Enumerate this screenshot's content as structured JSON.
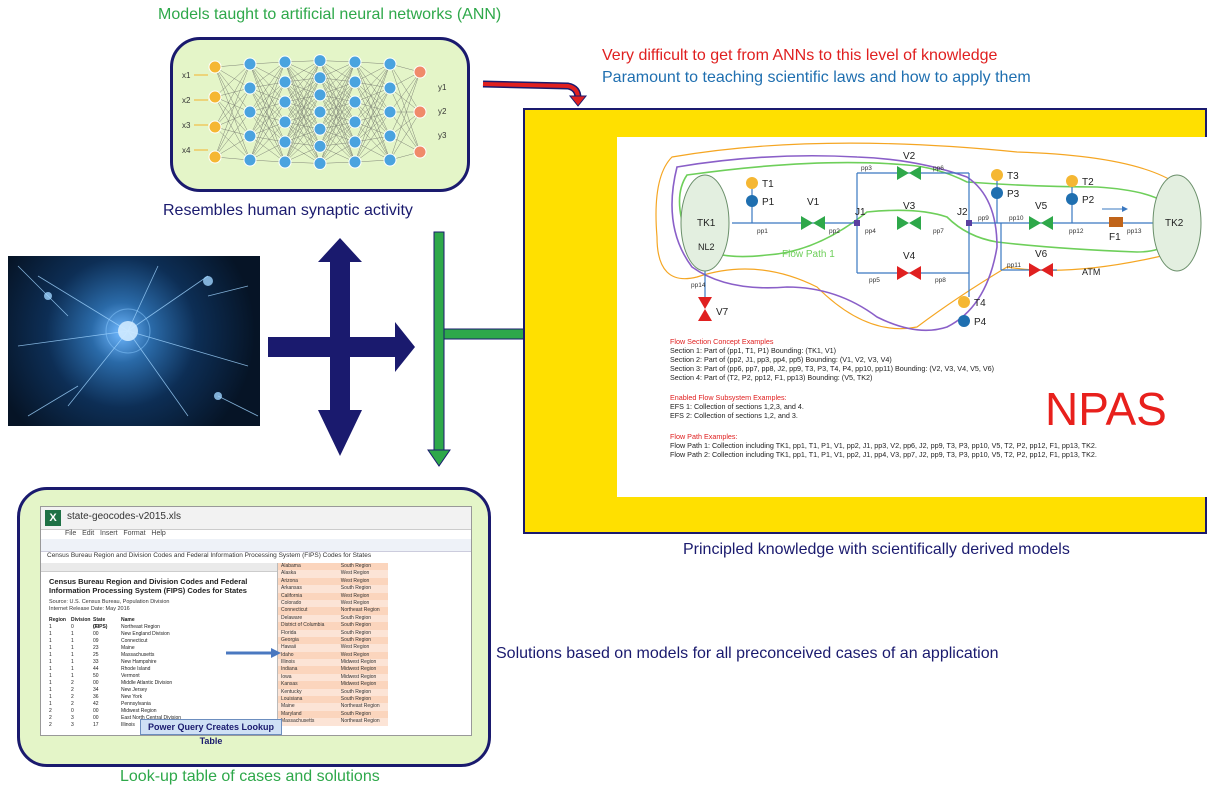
{
  "captions": {
    "ann_title": "Models taught to artificial neural networks (ANN)",
    "synaptic": "Resembles human synaptic activity",
    "difficult": "Very difficult to get from ANNs to this level of knowledge",
    "paramount": "Paramount to teaching scientific laws and how to apply them",
    "principled": "Principled knowledge with scientifically derived models",
    "solutions": "Solutions based on models for all preconceived cases of an application",
    "lookup": "Look-up table of cases and solutions"
  },
  "ann": {
    "inputs": [
      "x1",
      "x2",
      "x3",
      "x4"
    ],
    "outputs": [
      "y1",
      "y2",
      "y3"
    ]
  },
  "npas": {
    "logo": "NPAS",
    "nodes": {
      "tk1": "TK1",
      "nl2": "NL2",
      "tk2": "TK2",
      "t1": "T1",
      "p1": "P1",
      "t2": "T2",
      "p2": "P2",
      "t3": "T3",
      "p3": "P3",
      "t4": "T4",
      "p4": "P4",
      "v1": "V1",
      "v2": "V2",
      "v3": "V3",
      "v4": "V4",
      "v5": "V5",
      "v6": "V6",
      "v7": "V7",
      "j1": "J1",
      "j2": "J2",
      "f1": "F1",
      "atm": "ATM",
      "flow_path": "Flow Path 1"
    },
    "pipes": [
      "pp1",
      "pp2",
      "pp3",
      "pp4",
      "pp5",
      "pp6",
      "pp7",
      "pp8",
      "pp9",
      "pp10",
      "pp11",
      "pp12",
      "pp13",
      "pp14"
    ],
    "sections_head": "Flow Section Concept Examples",
    "sections": [
      "Section 1: Part of (pp1, T1, P1) Bounding: (TK1, V1)",
      "Section 2: Part of (pp2, J1, pp3, pp4, pp5) Bounding: (V1, V2, V3, V4)",
      "Section 3: Part of (pp6, pp7, pp8, J2, pp9, T3, P3, T4, P4, pp10, pp11) Bounding: (V2, V3, V4, V5, V6)",
      "Section 4: Part of (T2, P2, pp12, F1, pp13) Bounding: (V5, TK2)"
    ],
    "efs_head": "Enabled Flow Subsystem Examples:",
    "efs": [
      "EFS 1: Collection of sections 1,2,3, and 4.",
      "EFS 2: Collection of sections 1,2, and 3."
    ],
    "fp_head": "Flow Path Examples:",
    "fp": [
      "Flow Path 1: Collection including TK1, pp1, T1, P1, V1, pp2, J1, pp3, V2, pp6, J2, pp9, T3, P3, pp10, V5, T2, P2, pp12, F1, pp13, TK2.",
      "Flow Path 2: Collection including TK1, pp1, T1, P1, V1, pp2, J1, pp4, V3, pp7, J2, pp9, T3, P3, pp10, V5, T2, P2, pp12, F1, pp13, TK2."
    ]
  },
  "excel": {
    "filename": "state-geocodes-v2015.xls",
    "menu": [
      "File",
      "Edit",
      "Insert",
      "Format",
      "Help"
    ],
    "banner": "Census Bureau Region and Division Codes and Federal Information Processing System (FIPS) Codes for States",
    "title": "Census Bureau Region and Division Codes and Federal Information Processing System (FIPS) Codes for States",
    "source": "Source: U.S. Census Bureau, Population Division",
    "release": "Internet Release Date: May 2016",
    "headers": [
      "Region",
      "Division",
      "State (FIPS)",
      "Name"
    ],
    "rows": [
      [
        "1",
        "0",
        "00",
        "Northeast Region"
      ],
      [
        "1",
        "1",
        "00",
        "New England Division"
      ],
      [
        "1",
        "1",
        "09",
        "Connecticut"
      ],
      [
        "1",
        "1",
        "23",
        "Maine"
      ],
      [
        "1",
        "1",
        "25",
        "Massachusetts"
      ],
      [
        "1",
        "1",
        "33",
        "New Hampshire"
      ],
      [
        "1",
        "1",
        "44",
        "Rhode Island"
      ],
      [
        "1",
        "1",
        "50",
        "Vermont"
      ],
      [
        "1",
        "2",
        "00",
        "Middle Atlantic Division"
      ],
      [
        "1",
        "2",
        "34",
        "New Jersey"
      ],
      [
        "1",
        "2",
        "36",
        "New York"
      ],
      [
        "1",
        "2",
        "42",
        "Pennsylvania"
      ],
      [
        "2",
        "0",
        "00",
        "Midwest Region"
      ],
      [
        "2",
        "3",
        "00",
        "East North Central Division"
      ],
      [
        "2",
        "3",
        "17",
        "Illinois"
      ]
    ],
    "lookup_rows": [
      [
        "Alabama",
        "South Region"
      ],
      [
        "Alaska",
        "West Region"
      ],
      [
        "Arizona",
        "West Region"
      ],
      [
        "Arkansas",
        "South Region"
      ],
      [
        "California",
        "West Region"
      ],
      [
        "Colorado",
        "West Region"
      ],
      [
        "Connecticut",
        "Northeast Region"
      ],
      [
        "Delaware",
        "South Region"
      ],
      [
        "District of Columbia",
        "South Region"
      ],
      [
        "Florida",
        "South Region"
      ],
      [
        "Georgia",
        "South Region"
      ],
      [
        "Hawaii",
        "West Region"
      ],
      [
        "Idaho",
        "West Region"
      ],
      [
        "Illinois",
        "Midwest Region"
      ],
      [
        "Indiana",
        "Midwest Region"
      ],
      [
        "Iowa",
        "Midwest Region"
      ],
      [
        "Kansas",
        "Midwest Region"
      ],
      [
        "Kentucky",
        "South Region"
      ],
      [
        "Louisiana",
        "South Region"
      ],
      [
        "Maine",
        "Northeast Region"
      ],
      [
        "Maryland",
        "South Region"
      ],
      [
        "Massachusetts",
        "Northeast Region"
      ]
    ],
    "button": "Power Query Creates Lookup Table"
  },
  "colors": {
    "navy": "#1a1a6e",
    "green": "#2ea84a",
    "yellow": "#ffe000",
    "red": "#e02020",
    "blue": "#1f6fb0"
  }
}
